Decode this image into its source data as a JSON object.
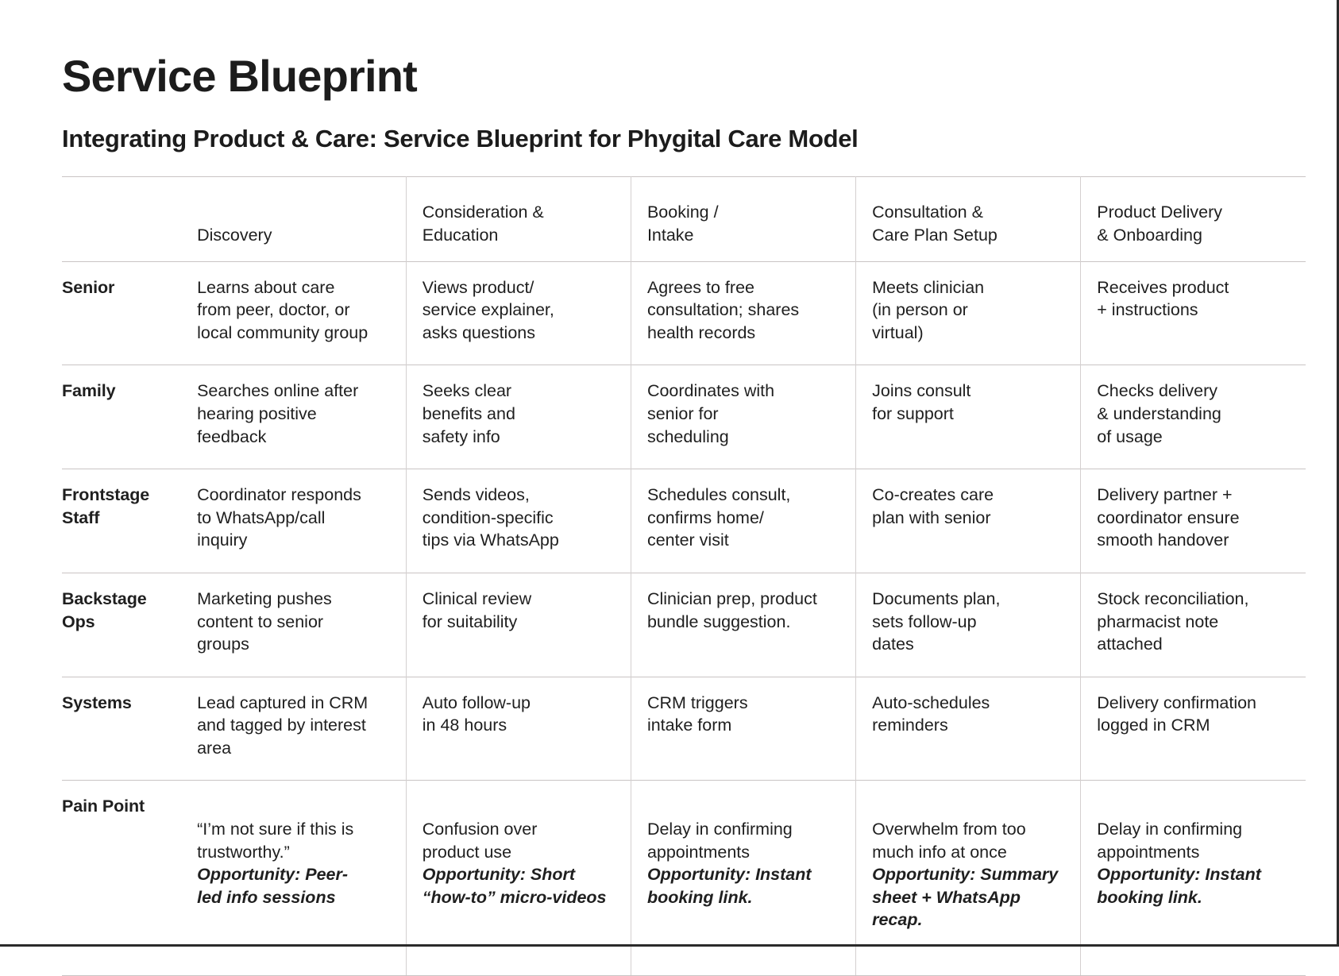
{
  "header": {
    "title": "Service Blueprint",
    "subtitle": "Integrating Product & Care: Service Blueprint for Phygital Care Model"
  },
  "table": {
    "corner_label": "",
    "columns": [
      "Discovery",
      "Consideration &\nEducation",
      "Booking /\nIntake",
      "Consultation &\nCare Plan Setup",
      "Product Delivery\n& Onboarding"
    ],
    "rows": [
      {
        "label": "Senior",
        "cells": [
          "Learns about care\nfrom peer, doctor, or\nlocal community group",
          "Views product/\nservice explainer,\nasks questions",
          "Agrees to free\nconsultation; shares\nhealth records",
          "Meets clinician\n(in person or\nvirtual)",
          "Receives product\n+ instructions"
        ]
      },
      {
        "label": "Family",
        "cells": [
          "Searches online after\nhearing positive\nfeedback",
          "Seeks clear\nbenefits and\nsafety info",
          "Coordinates with\nsenior for\nscheduling",
          "Joins consult\nfor support",
          "Checks delivery\n& understanding\nof usage"
        ]
      },
      {
        "label": "Frontstage\nStaff",
        "cells": [
          "Coordinator responds\nto WhatsApp/call\ninquiry",
          "Sends videos,\ncondition-specific\ntips via WhatsApp",
          "Schedules consult,\nconfirms home/\ncenter visit",
          "Co-creates care\nplan with senior",
          "Delivery partner +\ncoordinator ensure\nsmooth handover"
        ]
      },
      {
        "label": "Backstage\nOps",
        "cells": [
          "Marketing pushes\ncontent to senior\ngroups",
          "Clinical review\nfor suitability",
          "Clinician prep, product\nbundle suggestion.",
          "Documents plan,\nsets follow-up\ndates",
          "Stock reconciliation,\npharmacist note\nattached"
        ]
      },
      {
        "label": "Systems",
        "cells": [
          " Lead captured in CRM\nand tagged by interest\narea",
          "Auto follow-up\nin 48 hours",
          "CRM triggers\nintake form",
          "Auto-schedules\nreminders",
          "Delivery confirmation\nlogged in CRM"
        ]
      },
      {
        "label": "Pain Point",
        "cells": [
          "“I’m not sure if this is\ntrustworthy.”",
          "Confusion over\nproduct use",
          "Delay in confirming\nappointments",
          "Overwhelm from too\nmuch info at once",
          "Delay in confirming\nappointments"
        ],
        "opportunities": [
          "Opportunity: Peer-\nled info sessions",
          "Opportunity: Short\n“how-to” micro-videos",
          "Opportunity: Instant\nbooking link.",
          "Opportunity: Summary\nsheet + WhatsApp\nrecap.",
          "Opportunity: Instant\nbooking link."
        ]
      }
    ]
  },
  "colors": {
    "text": "#1f1f1f",
    "rule": "#c9c4c4",
    "column_divider": "#d4d0d0",
    "page_edge": "#2b2b2b",
    "background": "#ffffff"
  }
}
